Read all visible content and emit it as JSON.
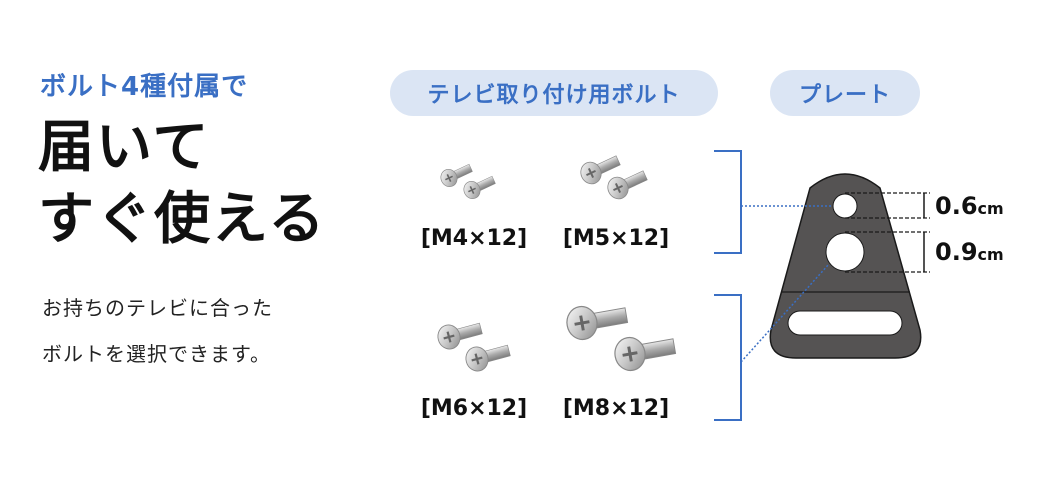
{
  "headline": {
    "subhead": "ボルト4種付属で",
    "line1": "届いて",
    "line2": "すぐ使える"
  },
  "description": {
    "line1": "お持ちのテレビに合った",
    "line2": "ボルトを選択できます。"
  },
  "categories": {
    "bolts_label": "テレビ取り付け用ボルト",
    "plate_label": "プレート"
  },
  "bolts": [
    {
      "label": "[M4×12]",
      "size": "M4"
    },
    {
      "label": "[M5×12]",
      "size": "M5"
    },
    {
      "label": "[M6×12]",
      "size": "M6"
    },
    {
      "label": "[M8×12]",
      "size": "M8"
    }
  ],
  "plate": {
    "small_hole": {
      "value": "0.6",
      "unit": "cm"
    },
    "large_hole": {
      "value": "0.9",
      "unit": "cm"
    }
  },
  "colors": {
    "accent": "#3a6fc4",
    "pill_bg": "#dbe5f4",
    "plate": "#555353",
    "text": "#111111"
  }
}
